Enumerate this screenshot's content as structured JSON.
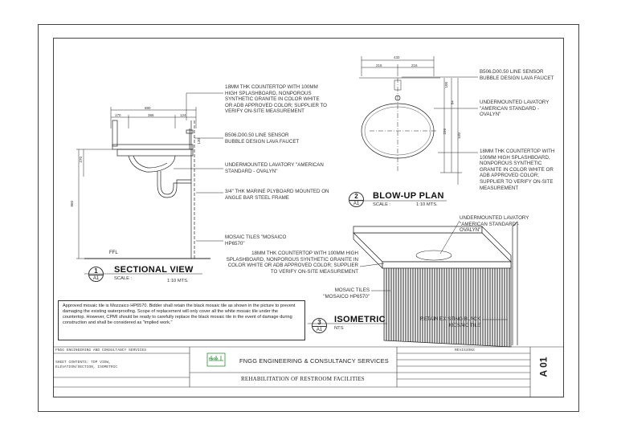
{
  "sectional": {
    "notes": [
      "18MM THK COUNTERTOP WITH 100MM HIGH SPLASHBOARD, NONPOROUS SYNTHETIC GRANITE IN COLOR WHITE OR ADB APPROVED COLOR; SUPPLIER TO VERIFY ON-SITE MEASUREMENT",
      "B506.D00.50 LINE SENSOR BUBBLE DESIGN LAVA FAUCET",
      "UNDERMOUNTED LAVATORY \"AMERICAN STANDARD - OVALYN\"",
      "3/4\" THK MARINE PLYBOARD MOUNTED ON ANGLE BAR STEEL FRAME",
      "MOSAIC TILES \"MOSAICO HP6570\""
    ],
    "dims": {
      "top": "680",
      "a": "170",
      "b": "386",
      "c": "124",
      "d": "130",
      "e": "270",
      "f": "860"
    },
    "ffl": "FFL",
    "number": "1",
    "sheet": "A1",
    "title": "SECTIONAL VIEW",
    "scale_label": "SCALE :",
    "scale_value": "1:10 MTS."
  },
  "blowup": {
    "notes": [
      "B506.D00.50 LINE SENSOR BUBBLE DESIGN LAVA FAUCET",
      "UNDERMOUNTED LAVATORY \"AMERICAN STANDARD - OVALYN\"",
      "18MM THK COUNTERTOP WITH 100MM HIGH SPLASHBOARD, NONPOROUS SYNTHETIC GRANITE IN COLOR WHITE OR ADB APPROVED COLOR; SUPPLIER TO VERIFY ON-SITE MEASUREMENT"
    ],
    "dims": {
      "top": "432",
      "a": "216",
      "b": "216",
      "c": "100",
      "d": "84",
      "e": "226",
      "f": "530"
    },
    "number": "2",
    "sheet": "A1",
    "title": "BLOW-UP PLAN",
    "scale_label": "SCALE :",
    "scale_value": "1:10 MTS."
  },
  "isometric": {
    "notes": [
      "UNDERMOUNTED LAVATORY \"AMERICAN STANDARD - OVALYN\"",
      "18MM THK COUNTERTOP WITH 100MM HIGH SPLASHBOARD, NONPOROUS SYNTHETIC GRANITE IN COLOR WHITE OR ADB APPROVED COLOR; SUPPLIER TO VERIFY ON-SITE MEASUREMENT",
      "MOSAIC TILES \"MOSAICO HP6570\"",
      "RETAIN EXISTING BLACK MOSAIC TILE"
    ],
    "number": "3",
    "sheet": "A1",
    "title": "ISOMETRIC",
    "scale_label": "NTS"
  },
  "remark": "Approved mosaic tile is Mozzaico HP6570.  Bidder shall retain the black mosaic tile as shown in the picture to prevent damaging the existing waterproofing.  Scope of replacement will only cover all the white mosaic tile under the countertop. However, CPMI should be ready to carefully replace the black mosaic tile in the event of damage during construction and shall be considered as \"implied work.\"",
  "title_block": {
    "firm_small": "FNGG ENGINEERING AND CONSULTANCY SERVICES",
    "contents": "SHEET CONTENTS: TOP VIEW, ELEVATION/SECTION, ISOMETRIC",
    "logo_text": "FNGG",
    "firm": "FNGG ENGINEERING & CONSULTANCY SERVICES",
    "project": "REHABILITATION OF RESTROOM FACILITIES",
    "revisions": "REVISIONS",
    "sheet_no": "A 01"
  }
}
